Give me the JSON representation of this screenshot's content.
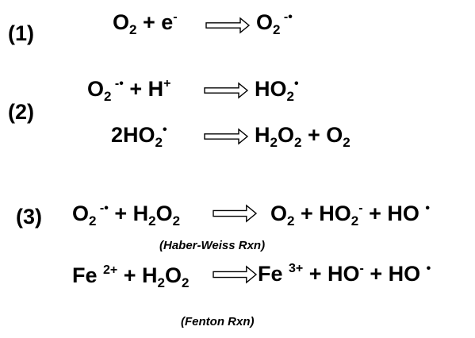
{
  "reactions": [
    {
      "label": "(1)",
      "equations": [
        {
          "left": [
            {
              "t": "O"
            },
            {
              "sub": "2"
            },
            {
              "t": " + e"
            },
            {
              "sup": "-"
            }
          ],
          "right": [
            {
              "t": "O"
            },
            {
              "sub": "2"
            },
            {
              "sup": " -•"
            }
          ]
        }
      ]
    },
    {
      "label": "(2)",
      "equations": [
        {
          "left": [
            {
              "t": "O"
            },
            {
              "sub": "2"
            },
            {
              "sup": " -•"
            },
            {
              "t": " + H"
            },
            {
              "sup": "+"
            }
          ],
          "right": [
            {
              "t": "HO"
            },
            {
              "sub": "2"
            },
            {
              "sup": "•"
            }
          ]
        },
        {
          "left": [
            {
              "t": "2HO"
            },
            {
              "sub": "2"
            },
            {
              "sup": "•"
            }
          ],
          "right": [
            {
              "t": "H"
            },
            {
              "sub": "2"
            },
            {
              "t": "O"
            },
            {
              "sub": "2"
            },
            {
              "t": " + O"
            },
            {
              "sub": "2"
            }
          ]
        }
      ]
    },
    {
      "label": "(3)",
      "equations": [
        {
          "left": [
            {
              "t": "O"
            },
            {
              "sub": "2"
            },
            {
              "sup": " -•"
            },
            {
              "t": " + H"
            },
            {
              "sub": "2"
            },
            {
              "t": "O"
            },
            {
              "sub": "2"
            }
          ],
          "right": [
            {
              "t": "O"
            },
            {
              "sub": "2"
            },
            {
              "t": " + HO"
            },
            {
              "sub": "2"
            },
            {
              "sup": "-"
            },
            {
              "t": " + HO "
            },
            {
              "sup": "•"
            }
          ],
          "note": "(Haber-Weiss Rxn)"
        },
        {
          "left": [
            {
              "t": "Fe "
            },
            {
              "sup": "2+"
            },
            {
              "t": " + H"
            },
            {
              "sub": "2"
            },
            {
              "t": "O"
            },
            {
              "sub": "2"
            }
          ],
          "right": [
            {
              "t": "Fe "
            },
            {
              "sup": "3+"
            },
            {
              "t": " + HO"
            },
            {
              "sup": "-"
            },
            {
              "t": " + HO "
            },
            {
              "sup": "•"
            }
          ],
          "note": "(Fenton Rxn)"
        }
      ]
    }
  ]
}
